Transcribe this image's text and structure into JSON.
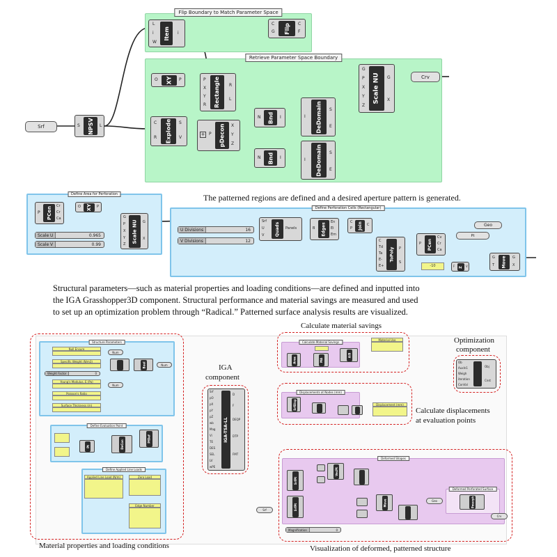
{
  "section1": {
    "groups": {
      "flip_title": "Flip Boundary to Match Parameter Space",
      "retrieve_title": "Retrieve Parameter Space Boundary"
    },
    "components": {
      "item": "Item",
      "flip": "Flip",
      "xy": "XY",
      "rectangle": "Rectangle",
      "scale_nu": "Scale NU",
      "explode": "Explode",
      "pdecon": "pDecon",
      "bnd1": "Bnd",
      "bnd2": "Bnd",
      "dedomain1": "DeDomain",
      "dedomain2": "DeDomain",
      "npsv": "NPSV"
    },
    "params": {
      "srf": "Srf",
      "crv": "Crv"
    },
    "ports": {
      "item_in": [
        "L",
        "i",
        "W"
      ],
      "item_out": "i",
      "flip_in": [
        "C",
        "G"
      ],
      "flip_out": [
        "C",
        "F"
      ],
      "xy_in": "O",
      "xy_out": "P",
      "rect_in": [
        "P",
        "X",
        "Y",
        "R"
      ],
      "rect_out": [
        "R",
        "L"
      ],
      "scale_in": [
        "G",
        "P",
        "X",
        "Y",
        "Z"
      ],
      "scale_out": [
        "G",
        "X"
      ],
      "explode_in": [
        "C",
        "R"
      ],
      "explode_out": [
        "S",
        "V"
      ],
      "pdecon_in": "P",
      "pdecon_out": [
        "X",
        "Y",
        "Z"
      ],
      "bnd_in": "N",
      "bnd_out": "I",
      "dedomain_in": "I",
      "dedomain_out": [
        "S",
        "E"
      ],
      "npsv_in": "S",
      "npsv_out": "L"
    },
    "caption": "The patterned regions are defined and a desired aperture pattern is generated."
  },
  "section2": {
    "groups": {
      "area_title": "Define Area for Perforation",
      "cells_title": "Define Perforation Cells (Rectangular)"
    },
    "components": {
      "pcen1": "PCen",
      "xy": "XY",
      "scale_nu": "Scale NU",
      "quads": "Quads",
      "edges": "Edges",
      "join": "Join",
      "topoly": "ToPoly",
      "pcen2": "PCen",
      "z": "Z",
      "move": "Move"
    },
    "sliders": [
      {
        "label": "Scale U",
        "value": "0.965"
      },
      {
        "label": "Scale V",
        "value": "0.99"
      },
      {
        "label": "U Divisions",
        "value": "16"
      },
      {
        "label": "V Divisions",
        "value": "12"
      }
    ],
    "labels": {
      "panels": "Panels",
      "geo": "Geo",
      "pt": "Pt",
      "panel_value": "-10"
    },
    "ports": {
      "pcen1_in": "P",
      "pcen1_out": [
        "Cr",
        "Cr",
        "Ca"
      ],
      "xy_in": "O",
      "xy_out": "P",
      "scale_in": [
        "G",
        "P",
        "X",
        "Y",
        "Z"
      ],
      "scale_out": [
        "G",
        "X"
      ],
      "quads_in": [
        "Srf",
        "U",
        "V"
      ],
      "edges_in": "B",
      "edges_out": [
        "En",
        "Ei",
        "Em"
      ],
      "join_in": [
        "C",
        "P"
      ],
      "join_out": "C",
      "topoly_in": [
        "C",
        "Td",
        "Ta",
        "E-",
        "E+"
      ],
      "topoly_out": [
        "P",
        "S"
      ],
      "pcen2_in": "P",
      "pcen2_out": [
        "Cv",
        "Cr",
        "Ca"
      ],
      "z_in": "F",
      "z_out": "V",
      "move_in": [
        "G",
        "T"
      ],
      "move_out": [
        "G",
        "X"
      ]
    },
    "caption_lines": [
      "Structural parameters—such as material properties and loading conditions—are defined and inputted into",
      "the IGA Grasshopper3D component. Structural performance and material savings are measured and used",
      "to set up an optimization problem through “Radical.” Patterned surface analysis results are visualized."
    ]
  },
  "section3": {
    "labels": {
      "calc_savings": "Calculate material savings",
      "iga_line1": "IGA",
      "iga_line2": "component",
      "optim_line1": "Optimization",
      "optim_line2": "component",
      "calc_disp_line1": "Calculate displacements",
      "calc_disp_line2": "at evaluation points",
      "material_props": "Material properties and loading conditions",
      "visualization": "Visualization of deformed, patterned structure"
    },
    "groups": {
      "structure_params": "Structure Parameters",
      "eval_point": "Define Evaluation Point",
      "applied_loads": "Define Applied Line Loads",
      "calc_savings_grp": "Calculate Material Savings",
      "displacements_grp": "Displacements at Nodes (mm)",
      "deformed_grp": "Deformed Shapes",
      "deformed_surface": "Deformed Perforated Surface"
    },
    "panels": {
      "material_use": "Material Use",
      "displacement_mm": "Displacement (mm)",
      "applied_line_load": "Applied Line Load (N/m)",
      "zero_load": "Zero Load",
      "edge_number": "Edge Number"
    },
    "params": {
      "num": "Num",
      "srf": "Srf",
      "geo": "Geo",
      "crv": "Crv"
    },
    "param_panels": [
      "Null Ensure",
      "Specific Weight (N/m3)",
      "Young's Modulus, E (Pa)",
      "Poisson's Ratio",
      "Surface Thickness (m)"
    ],
    "components": {
      "iga": "IGA-TSA-LL",
      "area": "Area",
      "ma": "MA",
      "a_b": "A/B",
      "bool": "Bool",
      "sdisp": "SrfDisp",
      "vecpt": "VecPt",
      "pt": "Pt",
      "srfpt1": "SrfPt",
      "srfpt2": "SrfPt",
      "move": "Move",
      "decon": "DeCon",
      "pfdef": "PfDef",
      "pmorph": "Pmorph"
    },
    "sliders": [
      {
        "label": "Weight Factor",
        "value": "0"
      },
      {
        "label": "Magnification",
        "value": "0"
      }
    ],
    "ports": {
      "iga_in": [
        "Srf",
        "pO",
        "pX",
        "pY",
        "pZ",
        "wb",
        "Mag",
        "Vi",
        "TE",
        "DES",
        "SEL",
        "LV",
        "wPE"
      ],
      "iga_out": [
        "D",
        "F",
        "DEQP",
        "DTP",
        "FMT"
      ],
      "optim_in": [
        "Ob",
        "AuxIn1",
        "Weigh",
        "iteration",
        "ConVal"
      ],
      "optim_out": [
        "Obj",
        "Cnst"
      ]
    }
  },
  "colors": {
    "green_group": "#b8f5c8",
    "blue_group": "#d3eefb",
    "purple_group": "#e8c9ef",
    "yellow_panel": "#f2f58a",
    "dashed_red": "#d42020",
    "component_dark": "#2c2c2c"
  }
}
